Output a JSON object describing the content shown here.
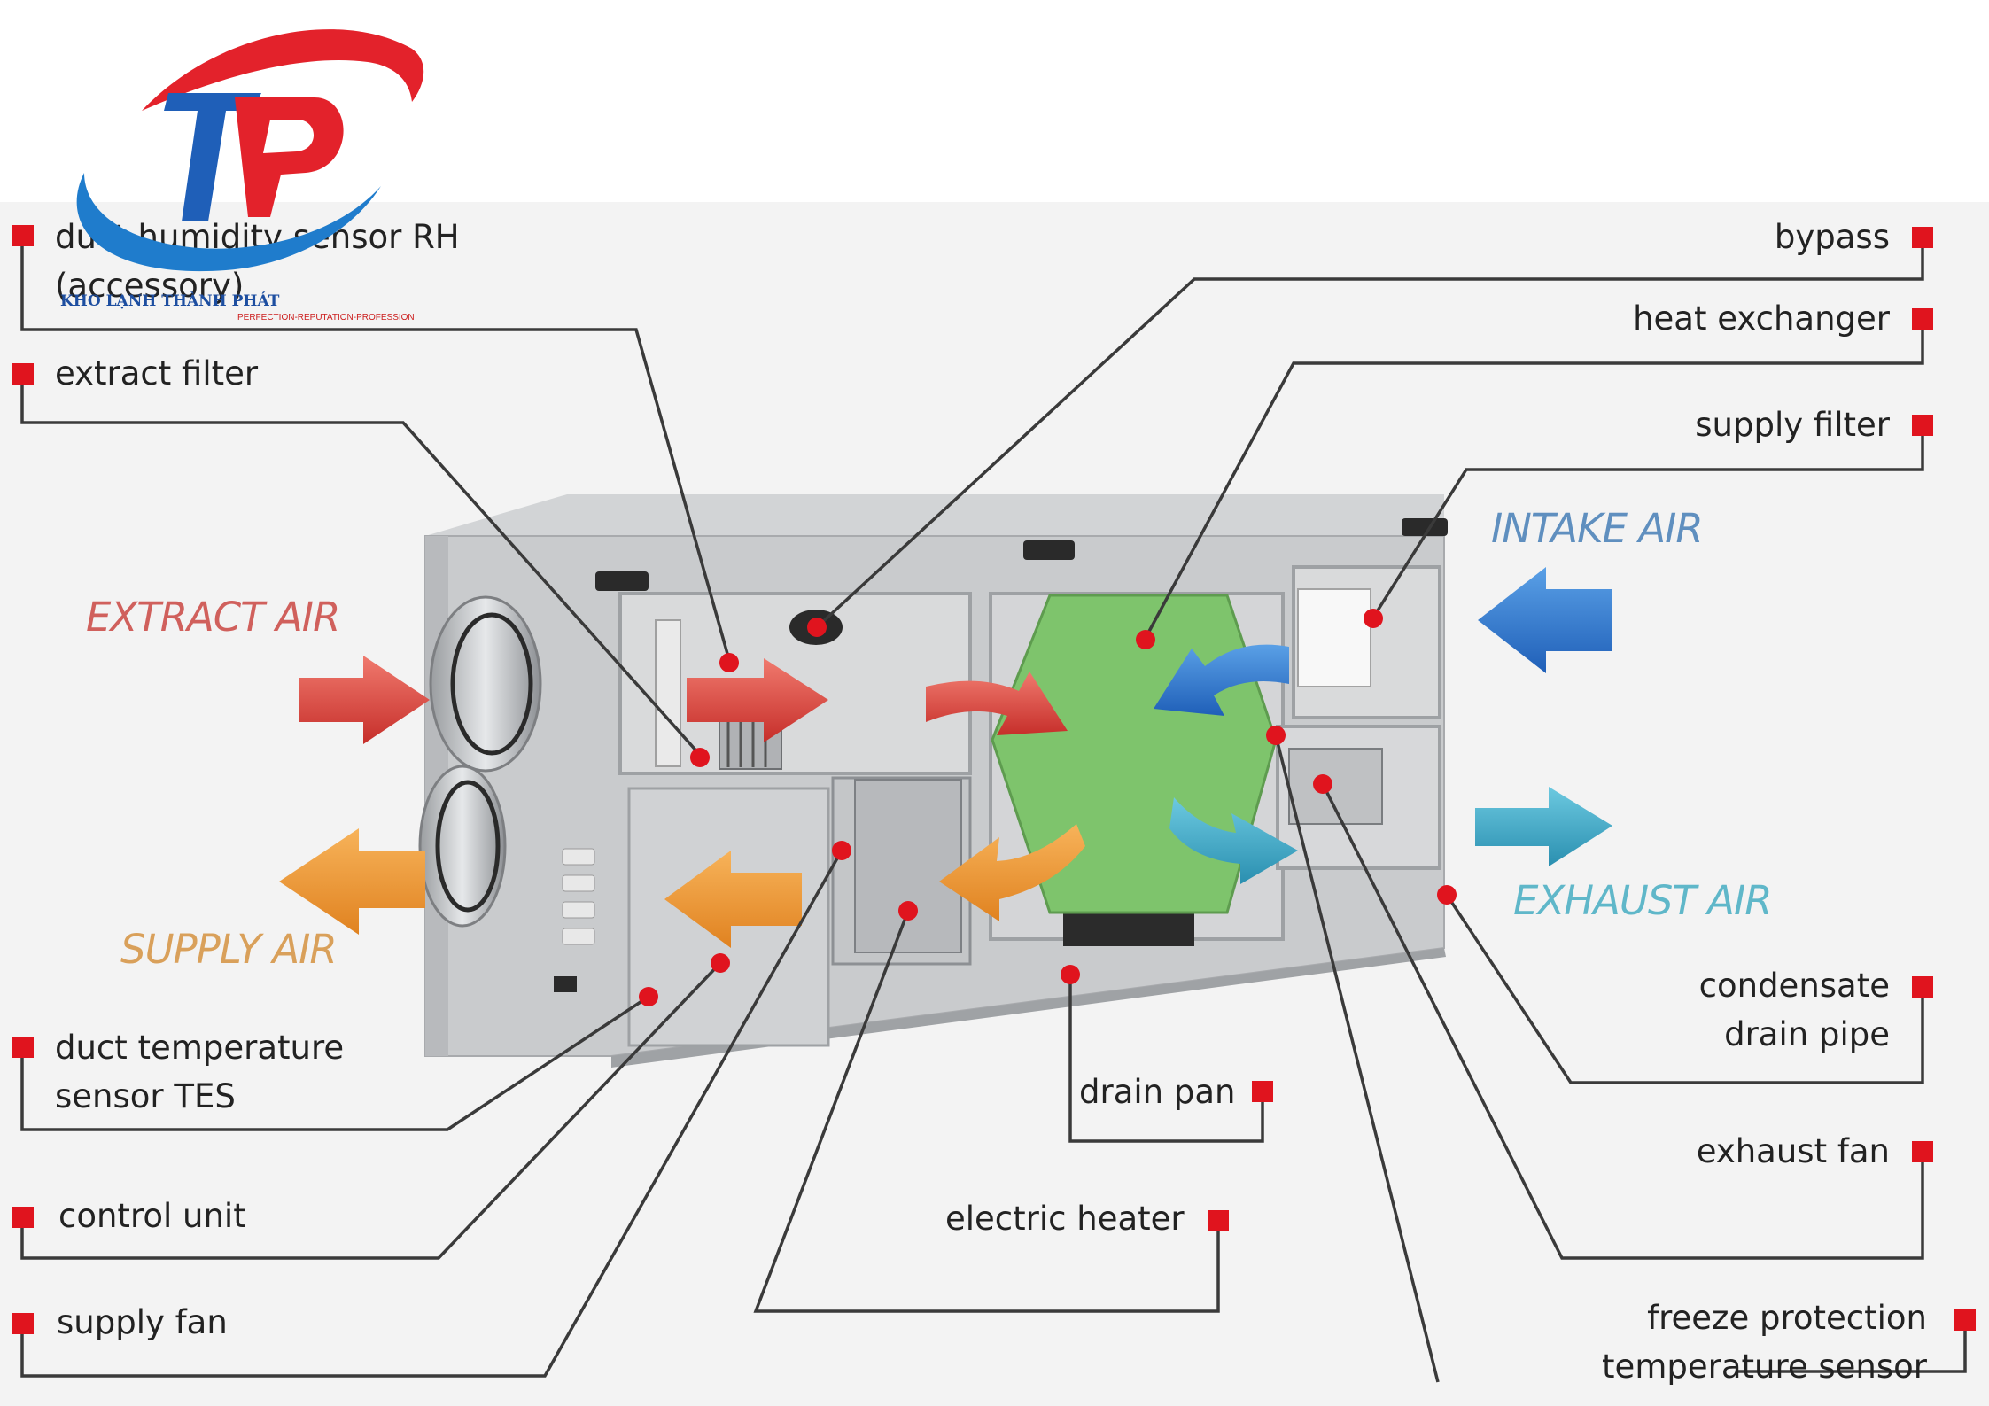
{
  "logo": {
    "brand_name": "KHO LẠNH THÀNH PHÁT",
    "tagline": "PERFECTION-REPUTATION-PROFESSION",
    "colors": {
      "red": "#e3222b",
      "blue": "#1f7ccc"
    }
  },
  "airflows": {
    "extract": "EXTRACT AIR",
    "supply": "SUPPLY AIR",
    "intake": "INTAKE AIR",
    "exhaust": "EXHAUST AIR"
  },
  "labels": {
    "humidity_line1": "duct humidity sensor RH",
    "humidity_line2": "(accessory)",
    "extract_filter": "extract filter",
    "duct_temp_line1": "duct temperature",
    "duct_temp_line2": "sensor TES",
    "control_unit": "control unit",
    "supply_fan": "supply fan",
    "bypass": "bypass",
    "heat_exchanger": "heat exchanger",
    "supply_filter": "supply filter",
    "condensate_line1": "condensate",
    "condensate_line2": "drain pipe",
    "exhaust_fan": "exhaust fan",
    "freeze_line1": "freeze protection",
    "freeze_line2": "temperature sensor",
    "drain_pan": "drain pan",
    "electric_heater": "electric heater"
  },
  "colors": {
    "marker": "#e0141e",
    "leader": "#3a3a3a",
    "extract_air": "#d0605c",
    "supply_air": "#d9a05a",
    "intake_air": "#5f8fbf",
    "exhaust_air": "#5fb7c9",
    "heat_exchanger": "#7ec46c"
  }
}
